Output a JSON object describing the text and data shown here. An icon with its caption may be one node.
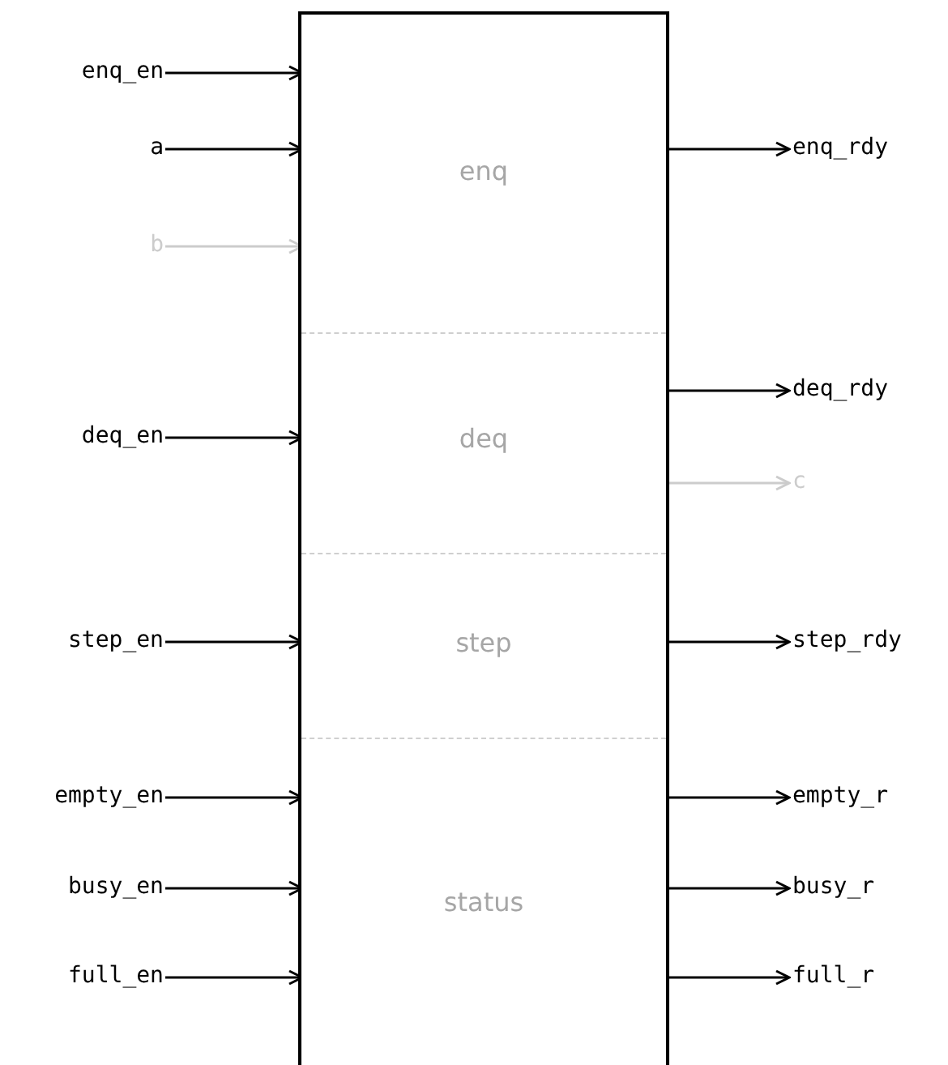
{
  "diagram": {
    "nodes": [
      {
        "text": [],
        "shape": "box"
      },
      {
        "text": [
          "enq"
        ],
        "in": 0
      },
      {
        "text": [
          "deq"
        ],
        "in": 0
      },
      {
        "text": [
          "step"
        ],
        "in": 0
      },
      {
        "text": [
          "status"
        ],
        "in": 0
      },
      {
        "text": [
          "enq_en"
        ]
      },
      {
        "text": [
          "a"
        ]
      },
      {
        "text": [
          "b"
        ]
      },
      {
        "text": [
          "deq_en"
        ]
      },
      {
        "text": [
          "step_en"
        ]
      },
      {
        "text": [
          "empty_en"
        ]
      },
      {
        "text": [
          "busy_en"
        ]
      },
      {
        "text": [
          "full_en"
        ]
      },
      {
        "text": [
          "enq_rdy"
        ]
      },
      {
        "text": [
          "deq_rdy"
        ]
      },
      {
        "text": [
          "c"
        ]
      },
      {
        "text": [
          "step_rdy"
        ]
      },
      {
        "text": [
          "empty_r"
        ]
      },
      {
        "text": [
          "busy_r"
        ]
      },
      {
        "text": [
          "full_r"
        ]
      }
    ],
    "edges": [
      {
        "from": 5,
        "to": 1,
        "arrow": "to"
      },
      {
        "from": 6,
        "to": 1,
        "arrow": "to"
      },
      {
        "from": 7,
        "to": 1,
        "arrow": "to",
        "color": "#cccccc"
      },
      {
        "from": 8,
        "to": 2,
        "arrow": "to"
      },
      {
        "from": 9,
        "to": 3,
        "arrow": "to"
      },
      {
        "from": 10,
        "to": 4,
        "arrow": "to"
      },
      {
        "from": 11,
        "to": 4,
        "arrow": "to"
      },
      {
        "from": 12,
        "to": 4,
        "arrow": "to"
      },
      {
        "from": 1,
        "to": 13,
        "arrow": "to"
      },
      {
        "from": 2,
        "to": 14,
        "arrow": "to"
      },
      {
        "from": 2,
        "to": 15,
        "arrow": "to",
        "color": "#cccccc"
      },
      {
        "from": 3,
        "to": 16,
        "arrow": "to"
      },
      {
        "from": 4,
        "to": 17,
        "arrow": "to"
      },
      {
        "from": 4,
        "to": 18,
        "arrow": "to"
      },
      {
        "from": 4,
        "to": 19,
        "arrow": "to"
      }
    ]
  }
}
